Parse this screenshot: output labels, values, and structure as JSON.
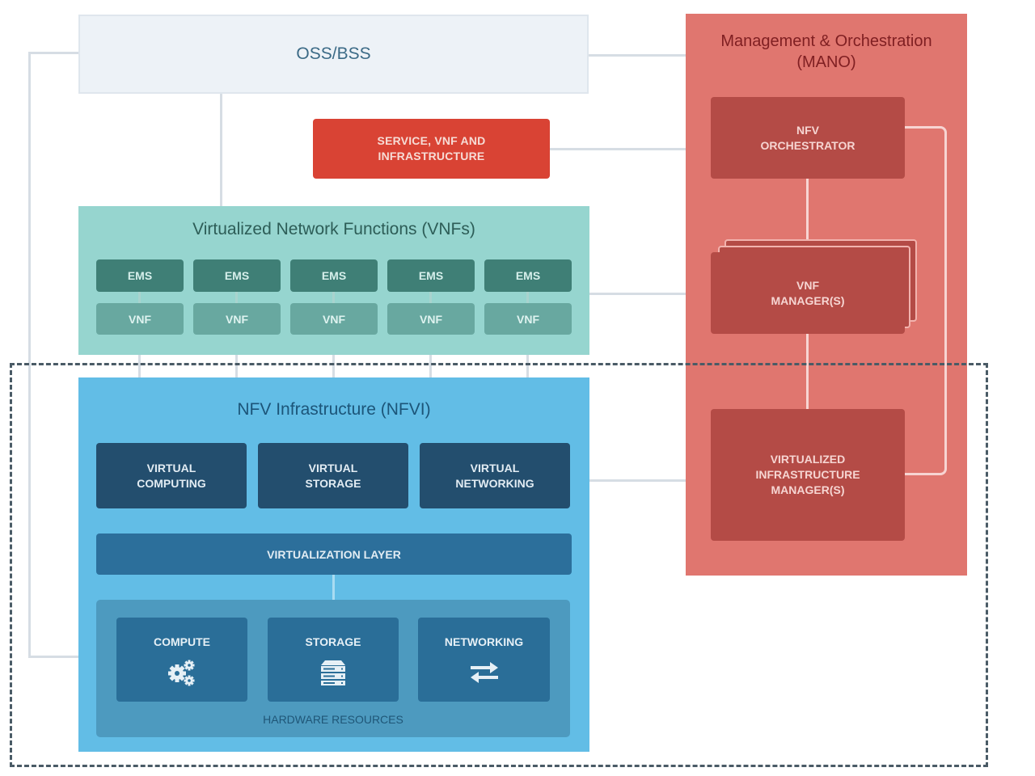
{
  "oss_bss": {
    "label": "OSS/BSS"
  },
  "service_repo": {
    "label_line1": "SERVICE, VNF AND",
    "label_line2": "INFRASTRUCTURE"
  },
  "mano": {
    "title_line1": "Management & Orchestration",
    "title_line2": "(MANO)",
    "nfv_orchestrator": {
      "line1": "NFV",
      "line2": "ORCHESTRATOR"
    },
    "vnf_managers": {
      "line1": "VNF",
      "line2": "MANAGER(S)"
    },
    "vim": {
      "line1": "VIRTUALIZED",
      "line2": "INFRASTRUCTURE",
      "line3": "MANAGER(S)"
    }
  },
  "vnfs": {
    "title": "Virtualized Network Functions (VNFs)",
    "columns": [
      {
        "ems": "EMS",
        "vnf": "VNF"
      },
      {
        "ems": "EMS",
        "vnf": "VNF"
      },
      {
        "ems": "EMS",
        "vnf": "VNF"
      },
      {
        "ems": "EMS",
        "vnf": "VNF"
      },
      {
        "ems": "EMS",
        "vnf": "VNF"
      }
    ]
  },
  "nfvi": {
    "title": "NFV Infrastructure (NFVI)",
    "virtual_resources": [
      {
        "line1": "VIRTUAL",
        "line2": "COMPUTING"
      },
      {
        "line1": "VIRTUAL",
        "line2": "STORAGE"
      },
      {
        "line1": "VIRTUAL",
        "line2": "NETWORKING"
      }
    ],
    "virtualization_layer": "VIRTUALIZATION LAYER",
    "hardware": {
      "label": "HARDWARE RESOURCES",
      "items": [
        {
          "label": "COMPUTE",
          "icon": "gears-icon"
        },
        {
          "label": "STORAGE",
          "icon": "server-icon"
        },
        {
          "label": "NETWORKING",
          "icon": "swap-arrows-icon"
        }
      ]
    }
  },
  "colors": {
    "mano_bg": "#e0766f",
    "mano_box": "#b44b46",
    "service_box": "#d94334",
    "vnf_area": "#96d5cf",
    "ems_box": "#3f7f76",
    "vnf_box": "#68a8a0",
    "nfvi_area": "#62bde6",
    "virtual_box": "#234e6e",
    "virtualization_layer": "#2c6f9b",
    "hardware_area": "#4d9abf",
    "hardware_box": "#2a6e98",
    "oss_bg": "#edf2f7"
  }
}
